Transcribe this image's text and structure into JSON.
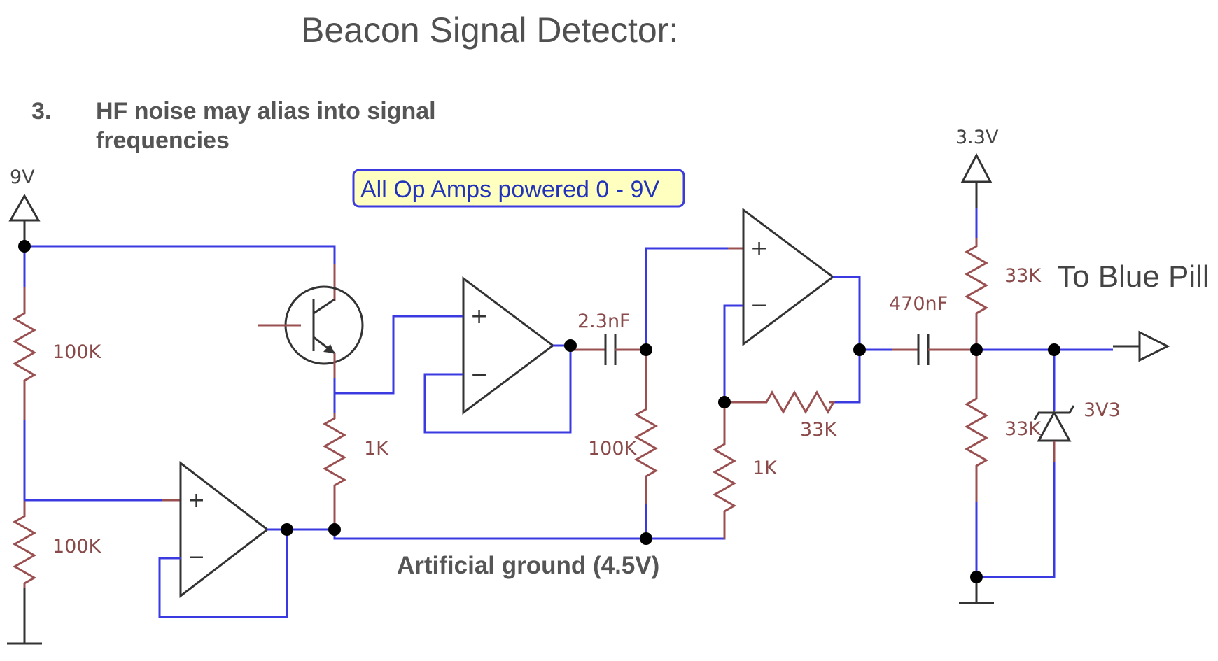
{
  "title": "Beacon Signal Detector:",
  "note": {
    "number": "3.",
    "line1": "HF noise may alias into signal",
    "line2": "frequencies"
  },
  "info_box": "All Op Amps powered 0 - 9V",
  "supply_9v": "9V",
  "supply_3v3": "3.3V",
  "components": {
    "r_div_top": "100K",
    "r_div_bottom": "100K",
    "r_emitter": "1K",
    "c_couple1": "2.3nF",
    "r_bias": "100K",
    "r_feedback": "33K",
    "r_gain": "1K",
    "c_couple2": "470nF",
    "r_pullup": "33K",
    "r_pulldown": "33K",
    "zener": "3V3"
  },
  "output_label": "To Blue Pill",
  "ground_label": "Artificial ground (4.5V)",
  "opamp_plus": "+",
  "opamp_minus": "−",
  "colors": {
    "wire": "#3a3ae0",
    "lead": "#9a5050",
    "box_fill": "#ffffc0",
    "box_border": "#3a3ae0"
  }
}
